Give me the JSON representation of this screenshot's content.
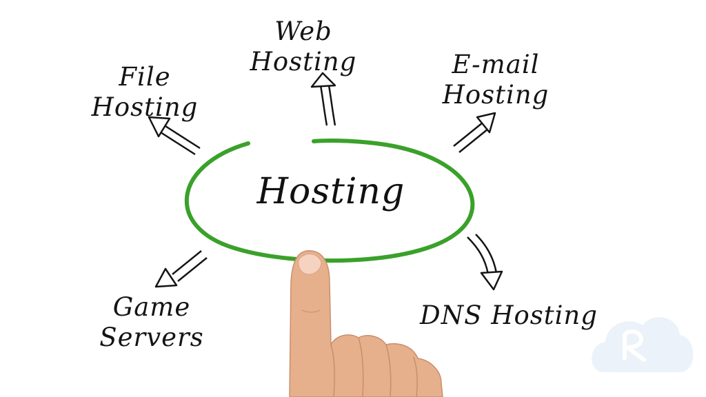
{
  "center": {
    "label": "Hosting"
  },
  "nodes": {
    "web": {
      "line1": "Web",
      "line2": "Hosting"
    },
    "file": {
      "line1": "File",
      "line2": "Hosting"
    },
    "email": {
      "line1": "E-mail",
      "line2": "Hosting"
    },
    "game": {
      "line1": "Game",
      "line2": "Servers"
    },
    "dns": {
      "line1": "DNS Hosting"
    }
  },
  "colors": {
    "ellipse": "#3aa12a",
    "ink": "#141414",
    "logo": "#e8f0f9"
  },
  "icons": [
    "arrow-icon",
    "hand-pointer-icon",
    "cloud-logo-icon"
  ]
}
